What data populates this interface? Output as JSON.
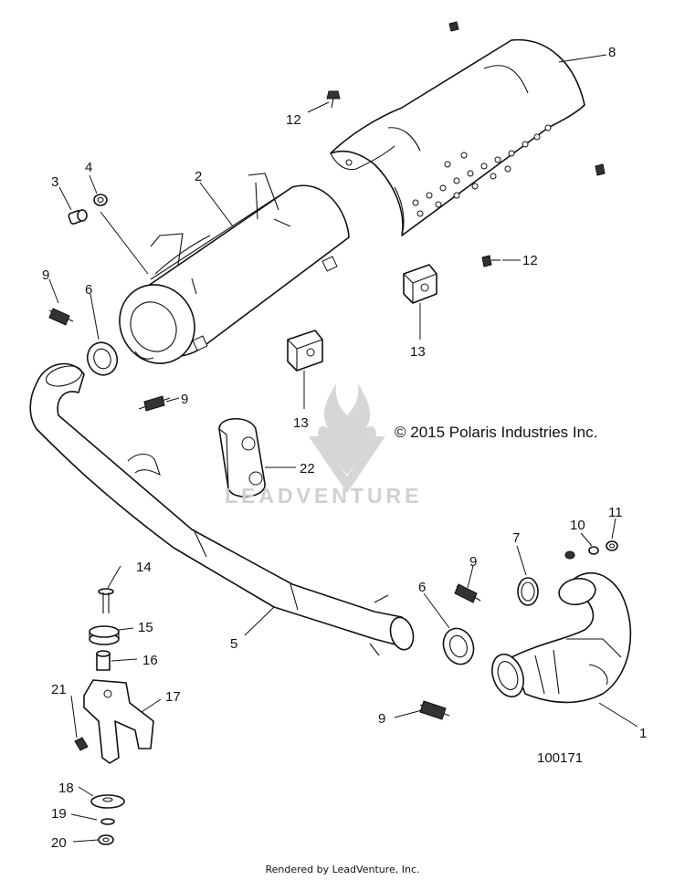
{
  "copyright": "© 2015 Polaris Industries Inc.",
  "figure_number": "100171",
  "watermark": "LEADVENTURE",
  "footer": "Rendered by LeadVenture, Inc.",
  "callouts": [
    {
      "id": "c1",
      "label": "1"
    },
    {
      "id": "c2",
      "label": "2"
    },
    {
      "id": "c3",
      "label": "3"
    },
    {
      "id": "c4",
      "label": "4"
    },
    {
      "id": "c5",
      "label": "5"
    },
    {
      "id": "c6a",
      "label": "6"
    },
    {
      "id": "c6b",
      "label": "6"
    },
    {
      "id": "c7",
      "label": "7"
    },
    {
      "id": "c8",
      "label": "8"
    },
    {
      "id": "c9a",
      "label": "9"
    },
    {
      "id": "c9b",
      "label": "9"
    },
    {
      "id": "c9c",
      "label": "9"
    },
    {
      "id": "c9d",
      "label": "9"
    },
    {
      "id": "c10",
      "label": "10"
    },
    {
      "id": "c11",
      "label": "11"
    },
    {
      "id": "c12a",
      "label": "12"
    },
    {
      "id": "c12b",
      "label": "12"
    },
    {
      "id": "c13a",
      "label": "13"
    },
    {
      "id": "c13b",
      "label": "13"
    },
    {
      "id": "c14",
      "label": "14"
    },
    {
      "id": "c15",
      "label": "15"
    },
    {
      "id": "c16",
      "label": "16"
    },
    {
      "id": "c17",
      "label": "17"
    },
    {
      "id": "c18",
      "label": "18"
    },
    {
      "id": "c19",
      "label": "19"
    },
    {
      "id": "c20",
      "label": "20"
    },
    {
      "id": "c21",
      "label": "21"
    },
    {
      "id": "c22",
      "label": "22"
    }
  ]
}
